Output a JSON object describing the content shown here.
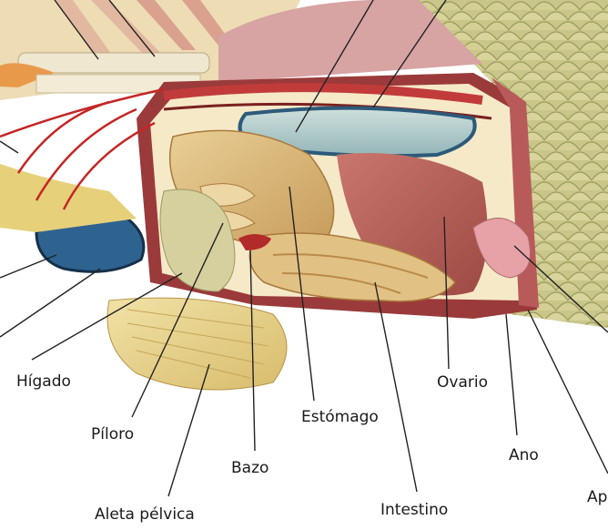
{
  "labels": {
    "higado": "Hígado",
    "piloro": "Píloro",
    "aleta_pelvica": "Aleta pélvica",
    "bazo": "Bazo",
    "estomago": "Estómago",
    "intestino": "Intestino",
    "ovario": "Ovario",
    "ano": "Ano",
    "ap": "Ap"
  }
}
